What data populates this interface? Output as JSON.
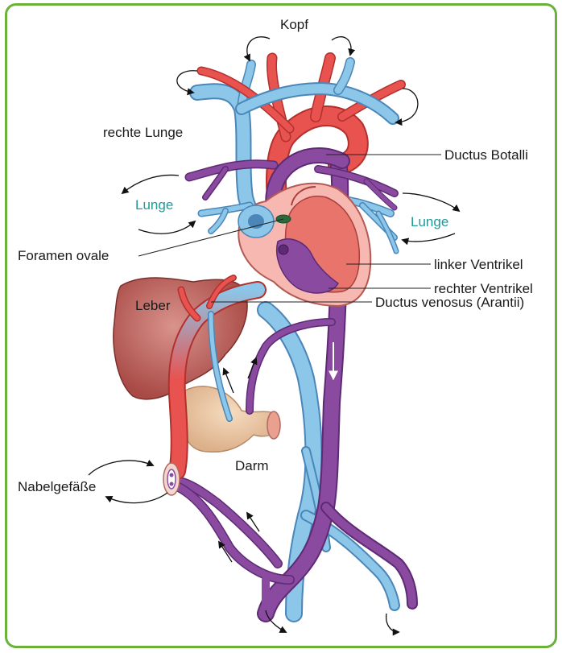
{
  "labels": {
    "kopf": "Kopf",
    "rechte_lunge": "rechte Lunge",
    "ductus_botalli": "Ductus Botalli",
    "lunge_left": "Lunge",
    "lunge_right": "Lunge",
    "foramen_ovale": "Foramen ovale",
    "linker_ventrikel": "linker Ventrikel",
    "rechter_ventrikel": "rechter Ventrikel",
    "leber": "Leber",
    "ductus_venosus": "Ductus venosus (Arantii)",
    "darm": "Darm",
    "nabelgefaesse": "Nabelgefäße"
  },
  "colors": {
    "frame": "#6bb338",
    "arterial_red": "#e8524f",
    "venous_blue": "#8cc6e8",
    "mixed_purple": "#8a4aa0",
    "liver": "#b85a55",
    "intestine": "#ecc9a6",
    "heart_pink": "#f1a7a0",
    "label_teal": "#1f9a9a"
  }
}
